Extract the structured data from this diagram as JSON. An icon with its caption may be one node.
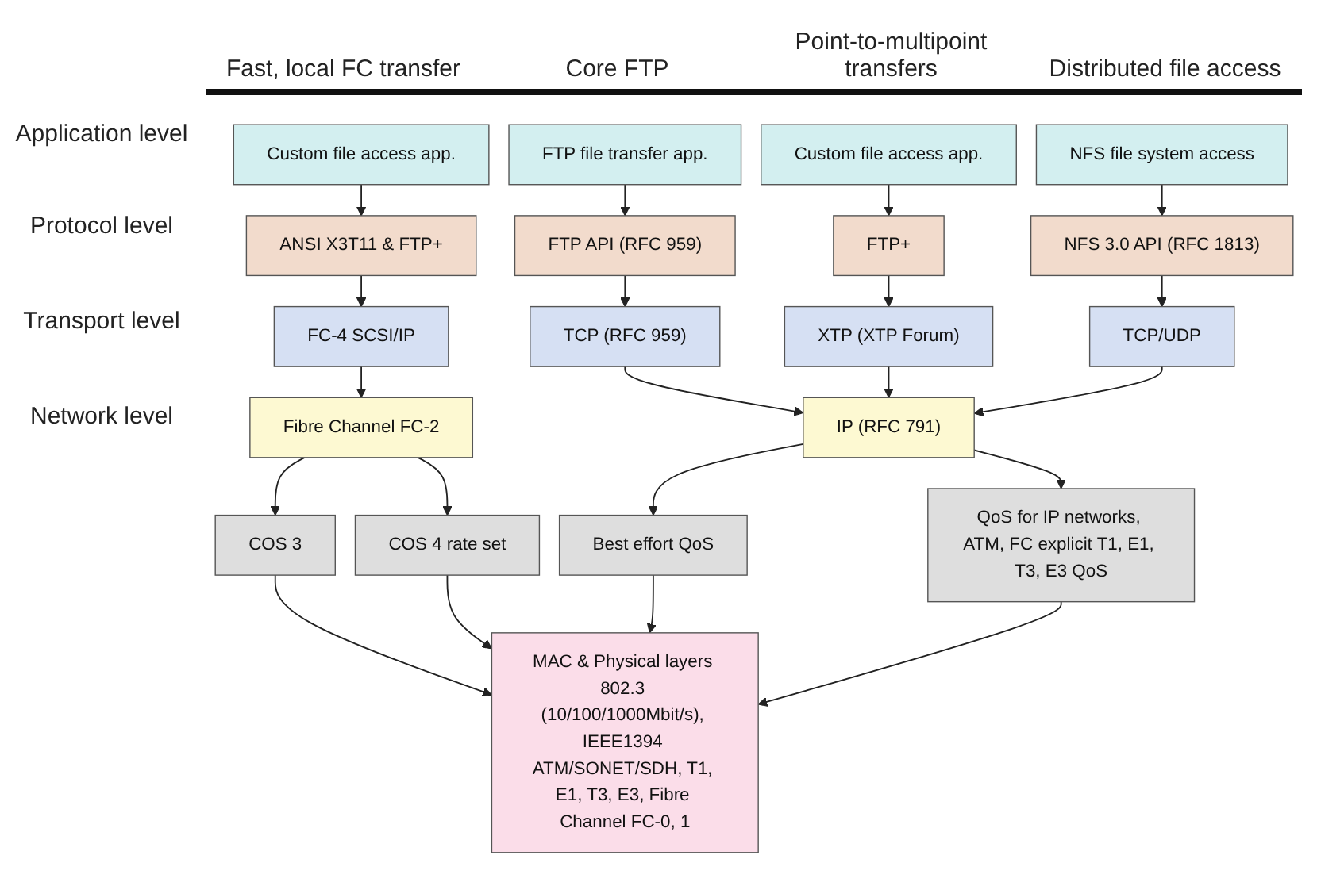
{
  "diagram": {
    "nodes": [
      {
        "text": [
          "Custom file access app."
        ]
      },
      {
        "text": [
          "FTP file transfer app."
        ]
      },
      {
        "text": [
          "Custom file access app."
        ]
      },
      {
        "text": [
          "NFS file system access"
        ]
      },
      {
        "text": [
          "ANSI X3T11 & FTP+"
        ]
      },
      {
        "text": [
          "FTP API (RFC 959)"
        ]
      },
      {
        "text": [
          "FTP+"
        ]
      },
      {
        "text": [
          "NFS 3.0 API (RFC 1813)"
        ]
      },
      {
        "text": [
          "FC-4 SCSI/IP"
        ]
      },
      {
        "text": [
          "TCP (RFC 959)"
        ]
      },
      {
        "text": [
          "XTP (XTP Forum)"
        ]
      },
      {
        "text": [
          "TCP/UDP"
        ]
      },
      {
        "text": [
          "Fibre Channel FC-2"
        ]
      },
      {
        "text": [
          "IP (RFC 791)"
        ]
      },
      {
        "text": [
          "COS 3"
        ]
      },
      {
        "text": [
          "COS 4 rate set"
        ]
      },
      {
        "text": [
          "Best effort QoS"
        ]
      },
      {
        "text": [
          "QoS for IP networks, ATM, FC explicit T1, E1, T3, E3 QoS"
        ]
      },
      {
        "text": [
          "MAC & Physical layers 802.3 (10/100/1000Mbit/s), IEEE1394 ATM/SONET/SDH, T1, E1, T3, E3, Fibre Channel FC-0, 1"
        ]
      }
    ],
    "edges": [
      {
        "from": 0,
        "to": 4,
        "arrow": "to"
      },
      {
        "from": 1,
        "to": 5,
        "arrow": "to"
      },
      {
        "from": 2,
        "to": 6,
        "arrow": "to"
      },
      {
        "from": 3,
        "to": 7,
        "arrow": "to"
      },
      {
        "from": 4,
        "to": 8,
        "arrow": "to"
      },
      {
        "from": 5,
        "to": 9,
        "arrow": "to"
      },
      {
        "from": 6,
        "to": 10,
        "arrow": "to"
      },
      {
        "from": 7,
        "to": 11,
        "arrow": "to"
      },
      {
        "from": 8,
        "to": 12,
        "arrow": "to"
      },
      {
        "from": 9,
        "to": 13,
        "arrow": "to"
      },
      {
        "from": 10,
        "to": 13,
        "arrow": "to"
      },
      {
        "from": 11,
        "to": 13,
        "arrow": "to"
      },
      {
        "from": 12,
        "to": 14,
        "arrow": "to"
      },
      {
        "from": 12,
        "to": 15,
        "arrow": "to"
      },
      {
        "from": 13,
        "to": 16,
        "arrow": "to"
      },
      {
        "from": 13,
        "to": 17,
        "arrow": "to"
      },
      {
        "from": 14,
        "to": 18,
        "arrow": "to"
      },
      {
        "from": 15,
        "to": 18,
        "arrow": "to"
      },
      {
        "from": 16,
        "to": 18,
        "arrow": "to"
      },
      {
        "from": 17,
        "to": 18,
        "arrow": "to"
      }
    ],
    "labels": [
      "Fast, local FC transfer",
      "Core FTP",
      "Point-to-multipoint transfers",
      "Distributed file access",
      "Application level",
      "Protocol level",
      "Transport level",
      "Network level"
    ]
  }
}
